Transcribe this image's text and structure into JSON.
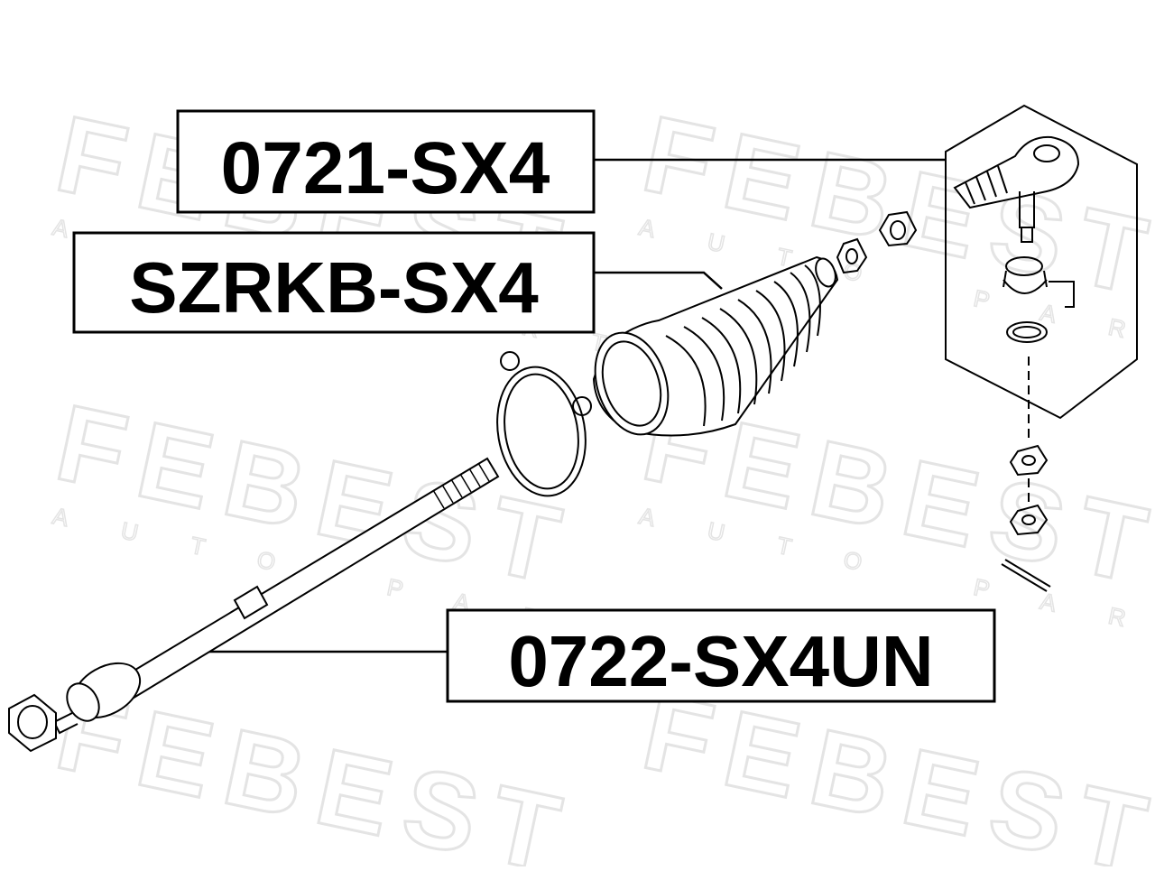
{
  "labels": {
    "tie_rod_end": "0721-SX4",
    "boot_kit": "SZRKB-SX4",
    "inner_tie_rod": "0722-SX4UN"
  },
  "watermark": {
    "brand": "FEBEST",
    "tagline": "AUTO PARTS"
  },
  "colors": {
    "line": "#000000",
    "watermark": "#e4e4e4",
    "background": "#ffffff"
  }
}
